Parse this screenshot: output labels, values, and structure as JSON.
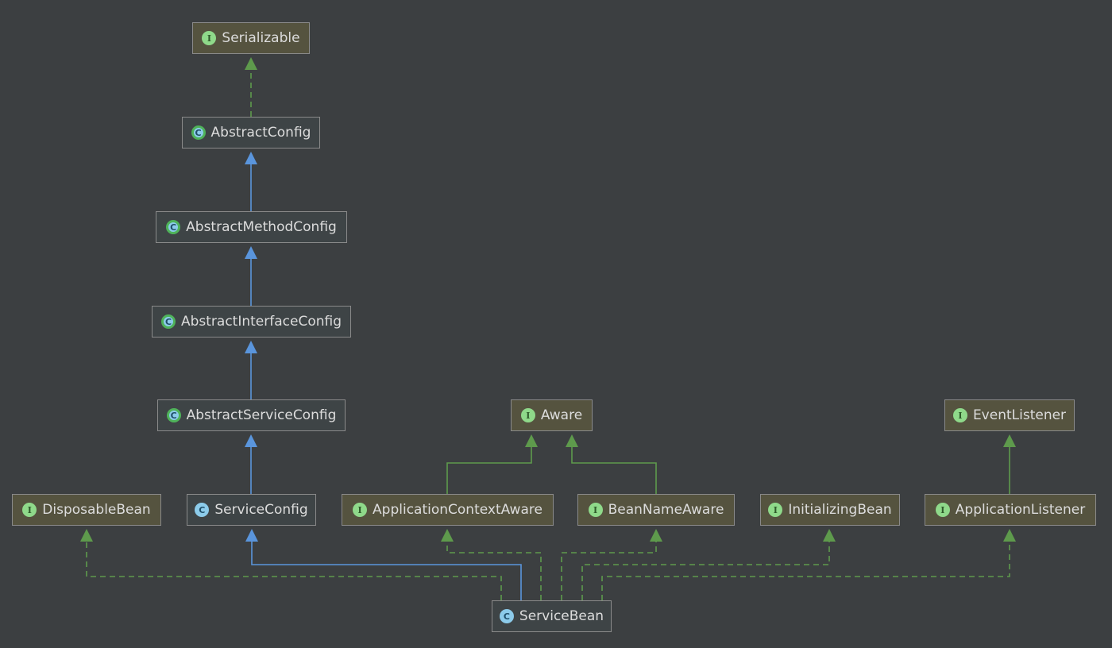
{
  "badges": {
    "interface": "I",
    "class": "C",
    "abstract": "C"
  },
  "colors": {
    "background": "#3c3f41",
    "extends_edge": "#5a95dc",
    "implements_edge": "#5e9a4c",
    "interface_fill": "#55533f",
    "class_fill": "#3e4446"
  },
  "icons": {
    "interface": "interface-icon",
    "class": "class-icon",
    "abstract": "abstract-class-icon"
  },
  "nodes": [
    {
      "id": "serializable",
      "label": "Serializable",
      "kind": "interface"
    },
    {
      "id": "abstractConfig",
      "label": "AbstractConfig",
      "kind": "abstract"
    },
    {
      "id": "abstractMethodConfig",
      "label": "AbstractMethodConfig",
      "kind": "abstract"
    },
    {
      "id": "abstractInterfaceConfig",
      "label": "AbstractInterfaceConfig",
      "kind": "abstract"
    },
    {
      "id": "abstractServiceConfig",
      "label": "AbstractServiceConfig",
      "kind": "abstract"
    },
    {
      "id": "aware",
      "label": "Aware",
      "kind": "interface"
    },
    {
      "id": "eventListener",
      "label": "EventListener",
      "kind": "interface"
    },
    {
      "id": "disposableBean",
      "label": "DisposableBean",
      "kind": "interface"
    },
    {
      "id": "serviceConfig",
      "label": "ServiceConfig",
      "kind": "class"
    },
    {
      "id": "applicationContextAware",
      "label": "ApplicationContextAware",
      "kind": "interface"
    },
    {
      "id": "beanNameAware",
      "label": "BeanNameAware",
      "kind": "interface"
    },
    {
      "id": "initializingBean",
      "label": "InitializingBean",
      "kind": "interface"
    },
    {
      "id": "applicationListener",
      "label": "ApplicationListener",
      "kind": "interface"
    },
    {
      "id": "serviceBean",
      "label": "ServiceBean",
      "kind": "class"
    }
  ],
  "edges": [
    {
      "from": "abstractConfig",
      "to": "serializable",
      "type": "implements"
    },
    {
      "from": "abstractMethodConfig",
      "to": "abstractConfig",
      "type": "extends"
    },
    {
      "from": "abstractInterfaceConfig",
      "to": "abstractMethodConfig",
      "type": "extends"
    },
    {
      "from": "abstractServiceConfig",
      "to": "abstractInterfaceConfig",
      "type": "extends"
    },
    {
      "from": "serviceConfig",
      "to": "abstractServiceConfig",
      "type": "extends"
    },
    {
      "from": "applicationContextAware",
      "to": "aware",
      "type": "extends"
    },
    {
      "from": "beanNameAware",
      "to": "aware",
      "type": "extends"
    },
    {
      "from": "applicationListener",
      "to": "eventListener",
      "type": "extends"
    },
    {
      "from": "serviceBean",
      "to": "serviceConfig",
      "type": "extends"
    },
    {
      "from": "serviceBean",
      "to": "disposableBean",
      "type": "implements"
    },
    {
      "from": "serviceBean",
      "to": "applicationContextAware",
      "type": "implements"
    },
    {
      "from": "serviceBean",
      "to": "beanNameAware",
      "type": "implements"
    },
    {
      "from": "serviceBean",
      "to": "initializingBean",
      "type": "implements"
    },
    {
      "from": "serviceBean",
      "to": "applicationListener",
      "type": "implements"
    }
  ]
}
